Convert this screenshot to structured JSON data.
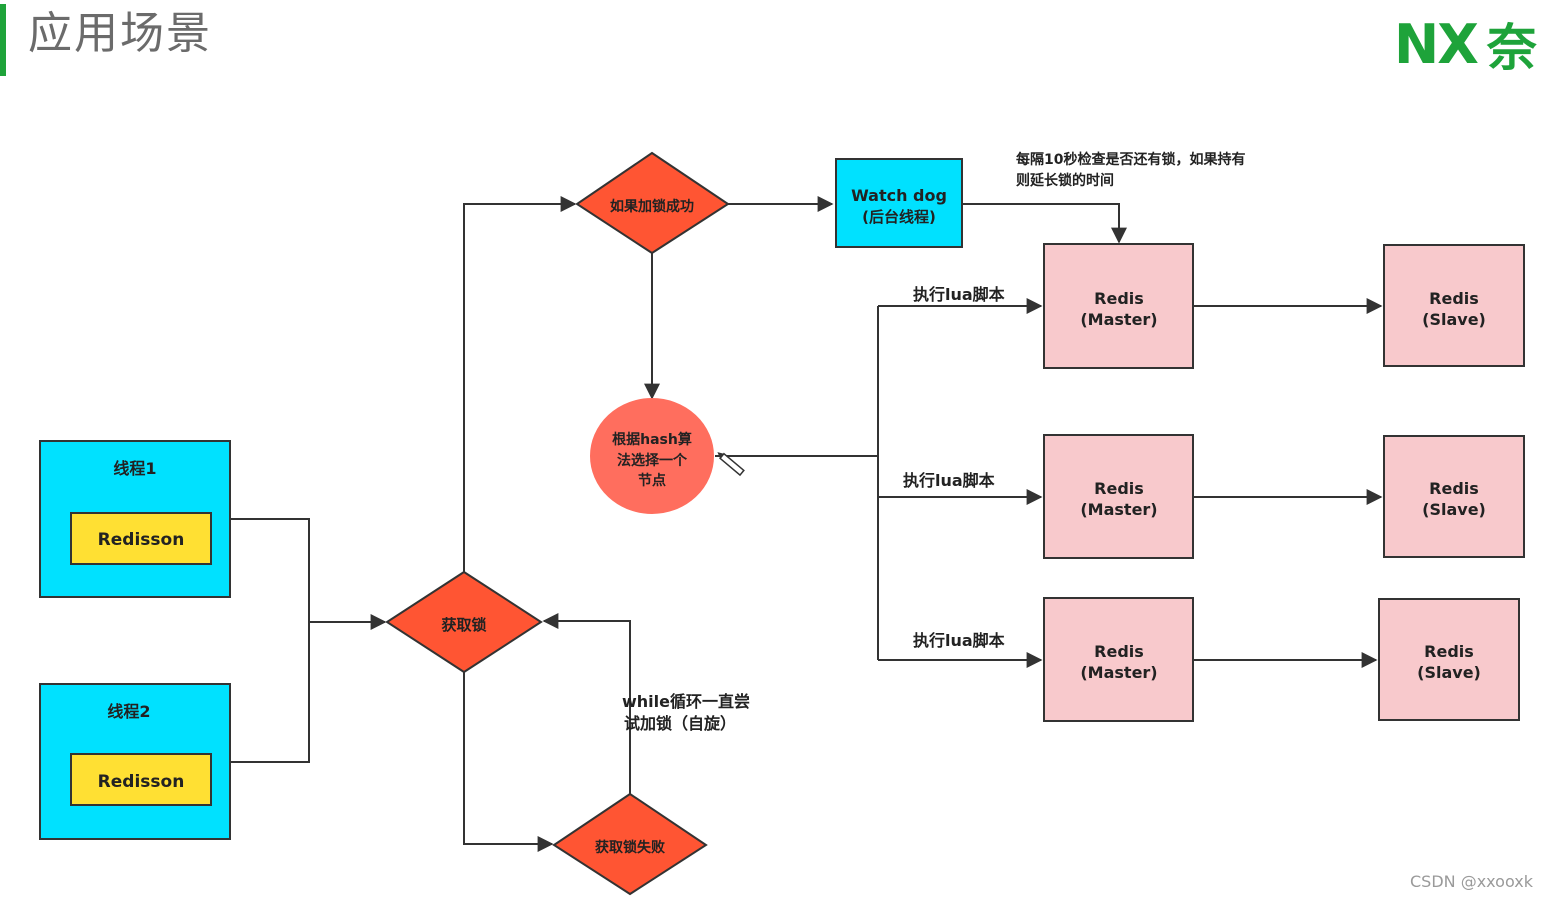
{
  "header": {
    "title": "应用场景",
    "logo_mark": "NX",
    "logo_char": "奈"
  },
  "colors": {
    "accent": "#1ea33a",
    "cyan_box": "#00e1ff",
    "yellow_box": "#ffe033",
    "red_diamond": "#ff5533",
    "pink_box": "#f8c9cc",
    "circle": "#ff6e5e"
  },
  "diagram": {
    "thread1_label": "线程1",
    "thread2_label": "线程2",
    "redisson1_label": "Redisson",
    "redisson2_label": "Redisson",
    "acquire_lock": "获取锁",
    "lock_success": "如果加锁成功",
    "lock_fail": "获取锁失败",
    "retry_note": [
      "while循环一直尝",
      "试加锁（自旋）"
    ],
    "watchdog": [
      "Watch dog",
      "(后台线程)"
    ],
    "watchdog_note": [
      "每隔10秒检查是否还有锁，如果持有",
      "则延长锁的时间"
    ],
    "hash_node": [
      "根据hash算",
      "法选择一个",
      "节点"
    ],
    "lua_label_1": "执行lua脚本",
    "lua_label_2": "执行lua脚本",
    "lua_label_3": "执行lua脚本",
    "masters": [
      [
        "Redis",
        "(Master)"
      ],
      [
        "Redis",
        "(Master)"
      ],
      [
        "Redis",
        "(Master)"
      ]
    ],
    "slaves": [
      [
        "Redis",
        "(Slave)"
      ],
      [
        "Redis",
        "(Slave)"
      ],
      [
        "Redis",
        "(Slave)"
      ]
    ]
  },
  "watermark": "CSDN @xxooxk"
}
